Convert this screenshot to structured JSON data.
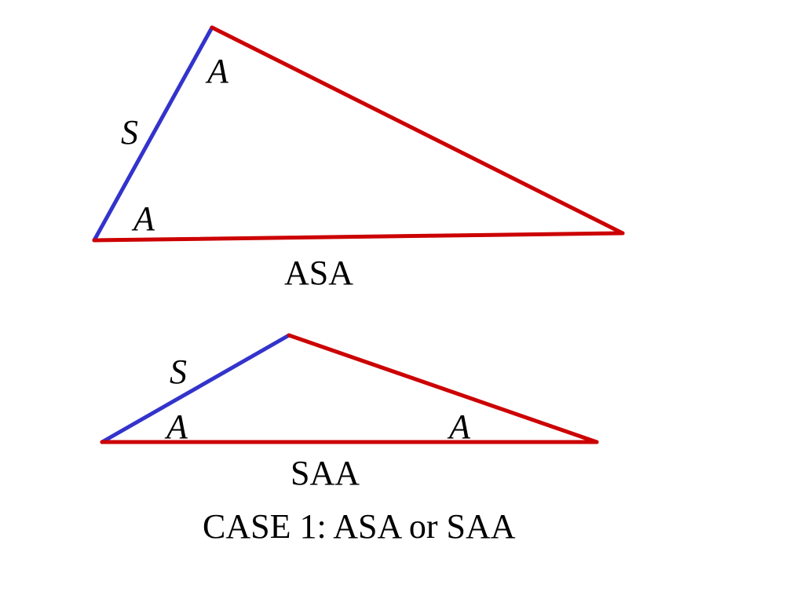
{
  "colors": {
    "given_side": "#3333cc",
    "other_side": "#cc0000",
    "text": "#000000",
    "background": "#ffffff"
  },
  "triangle_asa": {
    "angle_label_top": "A",
    "side_label": "S",
    "angle_label_bottom": "A",
    "caption": "ASA"
  },
  "triangle_saa": {
    "side_label": "S",
    "angle_label_left": "A",
    "angle_label_right": "A",
    "caption": "SAA"
  },
  "case_title": "CASE 1:  ASA or SAA"
}
